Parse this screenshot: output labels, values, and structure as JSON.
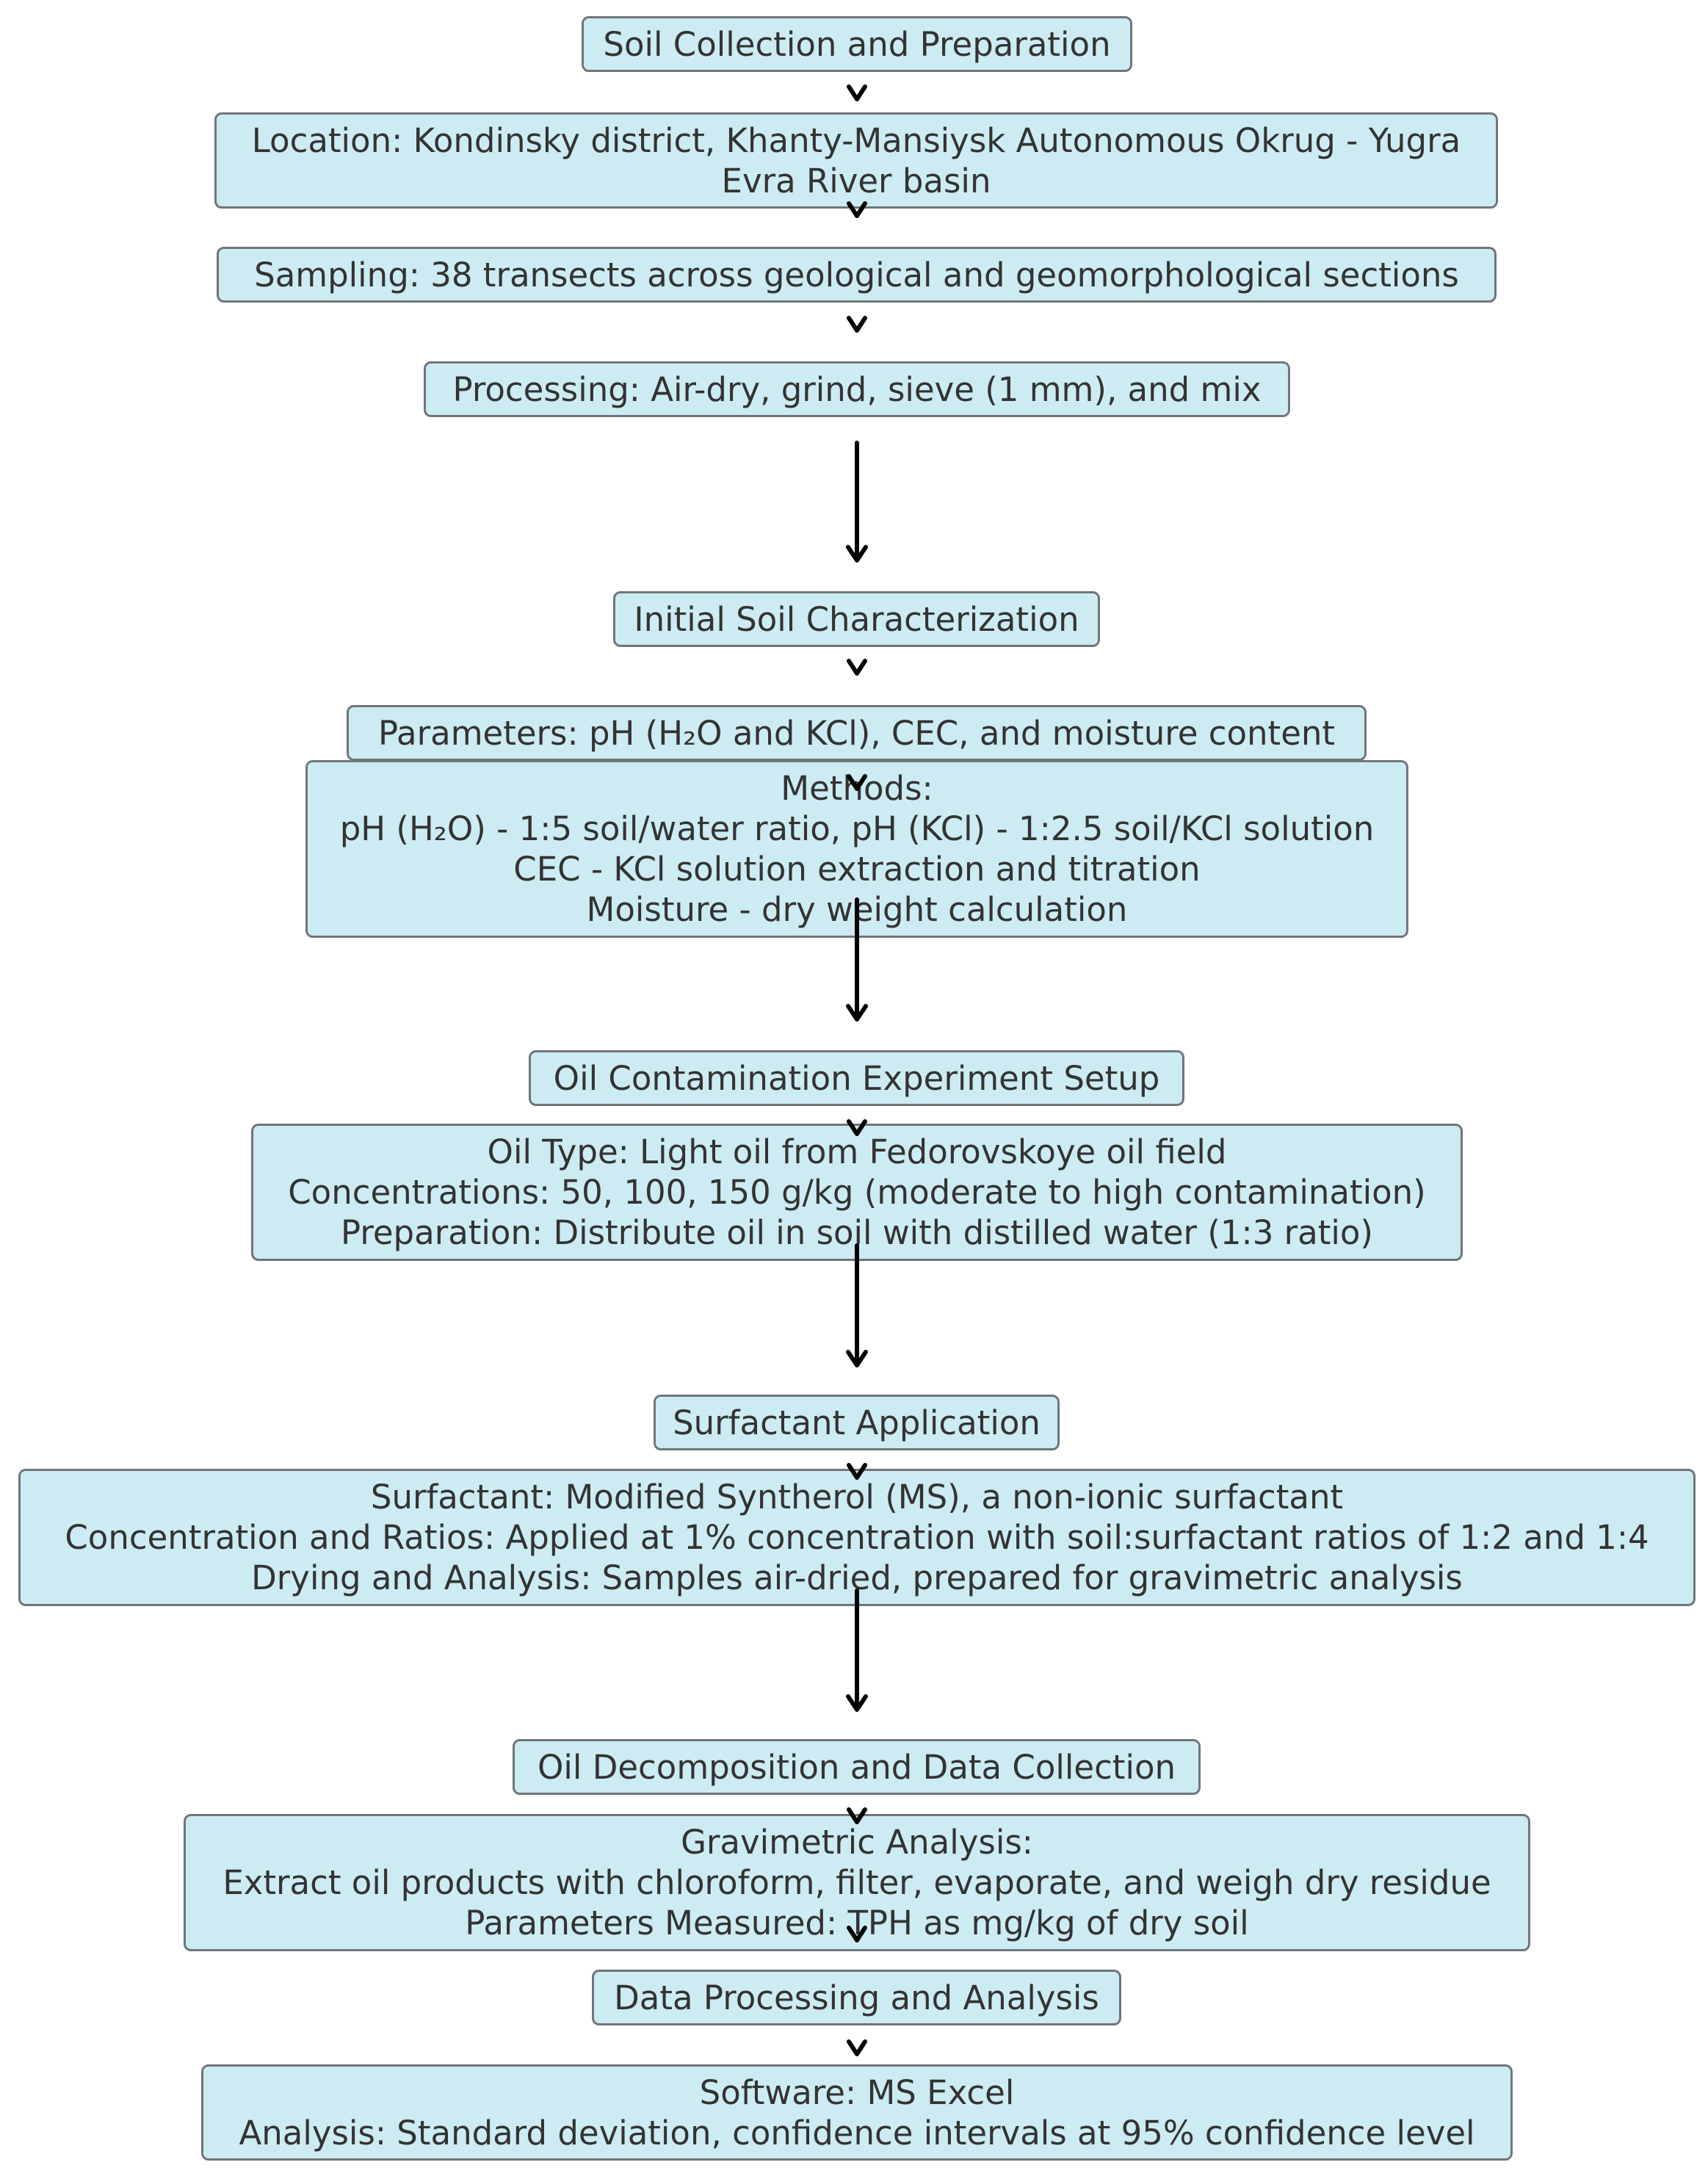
{
  "nodes": {
    "soil_collection": {
      "lines": [
        "Soil Collection and Preparation"
      ]
    },
    "location": {
      "lines": [
        "Location: Kondinsky district, Khanty-Mansiysk Autonomous Okrug - Yugra",
        "Evra River basin"
      ]
    },
    "sampling": {
      "lines": [
        "Sampling: 38 transects across geological and geomorphological sections"
      ]
    },
    "processing": {
      "lines": [
        "Processing: Air-dry, grind, sieve (1 mm), and mix"
      ]
    },
    "initial_char": {
      "lines": [
        "Initial Soil Characterization"
      ]
    },
    "parameters": {
      "lines": [
        "Parameters: pH (H₂O and KCl), CEC, and moisture content"
      ]
    },
    "methods": {
      "lines": [
        "Methods:",
        "pH (H₂O) - 1:5 soil/water ratio, pH (KCl) - 1:2.5 soil/KCl solution",
        "CEC - KCl solution extraction and titration",
        "Moisture - dry weight calculation"
      ]
    },
    "oil_setup": {
      "lines": [
        "Oil Contamination Experiment Setup"
      ]
    },
    "oil_type": {
      "lines": [
        "Oil Type: Light oil from Fedorovskoye oil field",
        "Concentrations: 50, 100, 150 g/kg (moderate to high contamination)",
        "Preparation: Distribute oil in soil with distilled water (1:3 ratio)"
      ]
    },
    "surfactant_app": {
      "lines": [
        "Surfactant Application"
      ]
    },
    "surfactant": {
      "lines": [
        "Surfactant: Modified Syntherol (MS), a non-ionic surfactant",
        "Concentration and Ratios: Applied at 1% concentration with soil:surfactant ratios of 1:2 and 1:4",
        "Drying and Analysis: Samples air-dried, prepared for gravimetric analysis"
      ]
    },
    "oil_decomp": {
      "lines": [
        "Oil Decomposition and Data Collection"
      ]
    },
    "gravimetric": {
      "lines": [
        "Gravimetric Analysis:",
        "Extract oil products with chloroform, filter, evaporate, and weigh dry residue",
        "Parameters Measured: TPH as mg/kg of dry soil"
      ]
    },
    "data_processing": {
      "lines": [
        "Data Processing and Analysis"
      ]
    },
    "software": {
      "lines": [
        "Software: MS Excel",
        "Analysis: Standard deviation, confidence intervals at 95% confidence level"
      ]
    }
  },
  "colors": {
    "box_fill": "#cdebf2",
    "box_border": "#6f767a",
    "text": "#333333",
    "arrow": "#000000"
  }
}
